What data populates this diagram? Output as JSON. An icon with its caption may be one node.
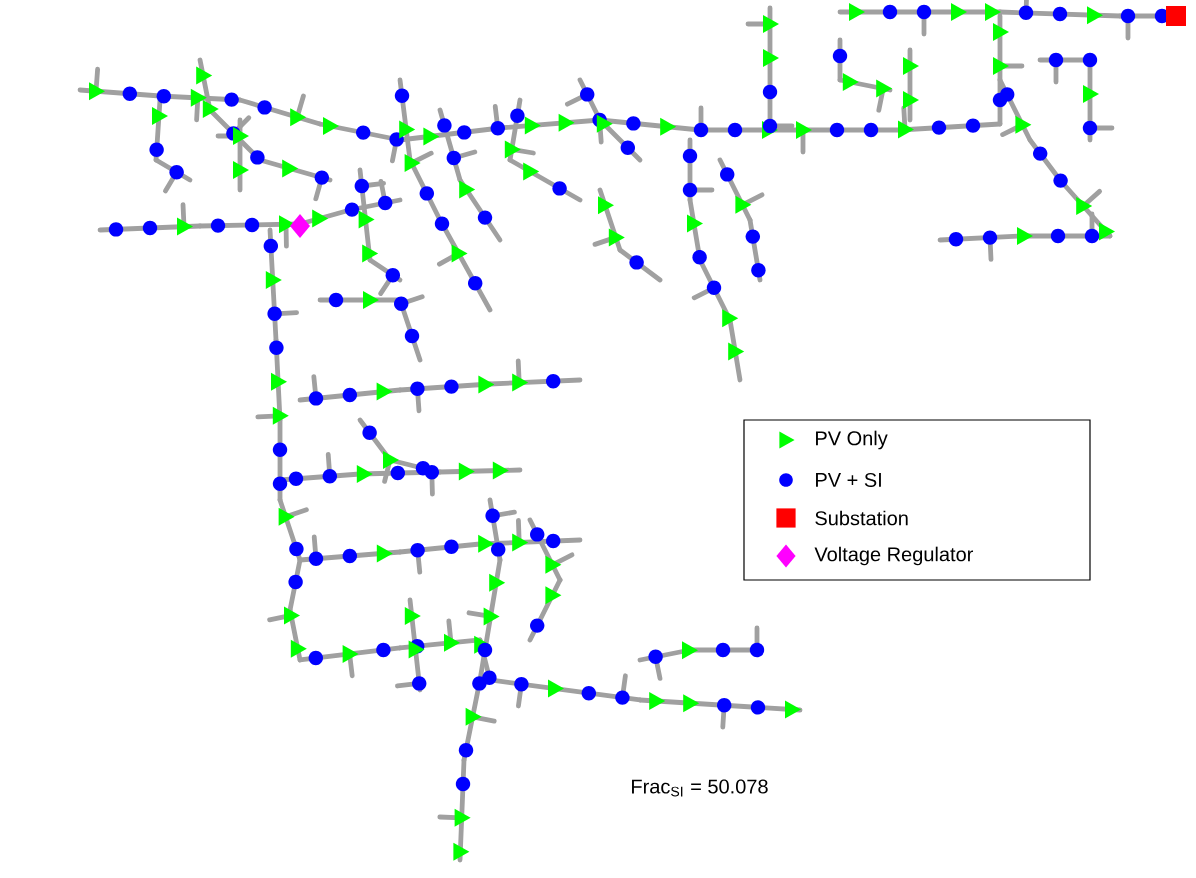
{
  "diagram": {
    "labels": [
      "Frac$_{SI}$ = 50.078"
    ],
    "legend": [
      {
        "text": "PV Only",
        "color": "#00ff00"
      },
      {
        "text": "PV + SI",
        "color": "#0000ff"
      },
      {
        "text": "Substation",
        "color": "#ff0000"
      },
      {
        "text": "Voltage Regulator",
        "color": "#ff00ff"
      }
    ]
  }
}
